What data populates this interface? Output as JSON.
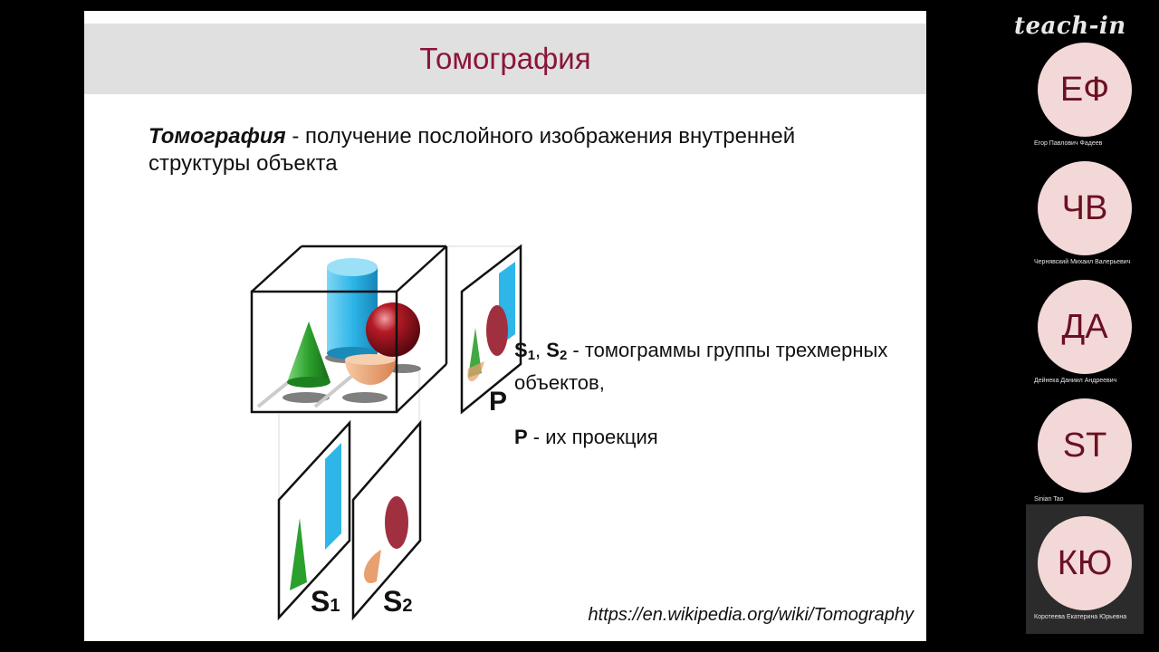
{
  "slide": {
    "title": "Томография",
    "definition_term": "Томография",
    "definition_text": " - получение послойного изображения внутренней структуры объекта",
    "legend": {
      "s1_main": "S",
      "s1_sub": "1",
      "separator": ", ",
      "s2_main": "S",
      "s2_sub": "2",
      "s_text": " - томограммы группы трехмерных объектов,",
      "p_label": "P",
      "p_text": " - их проекция"
    },
    "figure": {
      "p_label": "P",
      "s1_main": "S",
      "s1_sub": "1",
      "s2_main": "S",
      "s2_sub": "2"
    },
    "source": "https://en.wikipedia.org/wiki/Tomography"
  },
  "app": {
    "logo": "teach-in"
  },
  "participants": [
    {
      "initials": "ЕФ",
      "name": "Егор Павлович Фадеев"
    },
    {
      "initials": "ЧВ",
      "name": "Чернявский Михаил Валерьевич"
    },
    {
      "initials": "ДА",
      "name": "Дейнека Даниил Андреевич"
    },
    {
      "initials": "ST",
      "name": "Sinian Tao"
    },
    {
      "initials": "КЮ",
      "name": "Коротеева Екатерина Юрьевна",
      "active": true
    }
  ],
  "colors": {
    "title": "#8a1538",
    "avatar_bg": "#f3d8d8",
    "avatar_text": "#6b1024",
    "cylinder": "#2fb6e8",
    "cone": "#2ca02c",
    "sphere": "#a01020",
    "hemisphere": "#e8a070"
  }
}
